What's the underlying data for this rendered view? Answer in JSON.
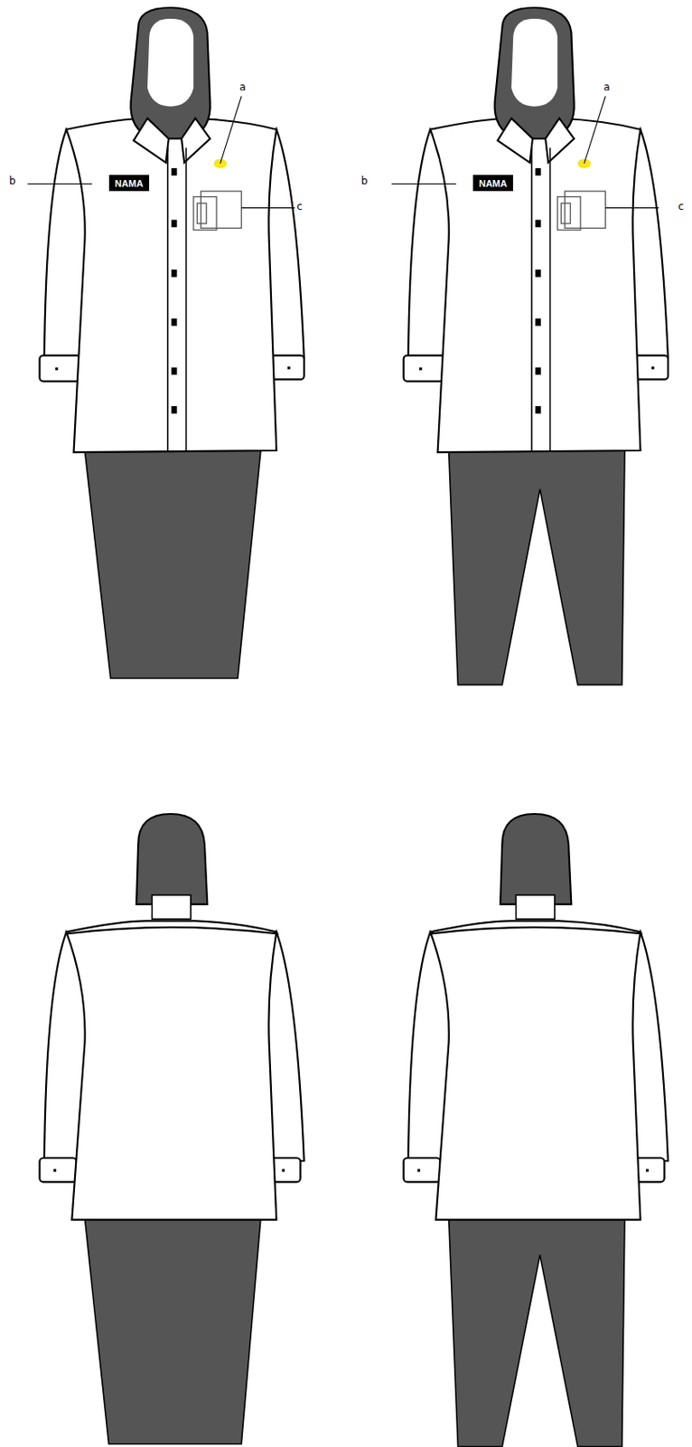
{
  "diagram": {
    "nodes": [
      {
        "text": [
          "NAMA"
        ]
      },
      {
        "text": [
          "NAMA"
        ]
      }
    ],
    "labels": [
      "a",
      "b",
      "c",
      "a",
      "b",
      "c"
    ]
  }
}
